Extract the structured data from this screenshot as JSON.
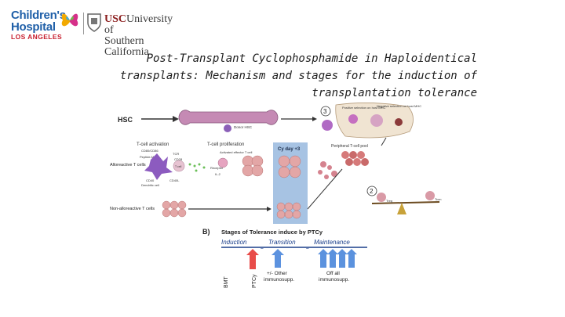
{
  "header": {
    "chla_line1": "Children's",
    "chla_line2": "Hospital",
    "chla_line3": "LOS ANGELES",
    "usc_prefix": "USC",
    "usc_line1_rest": "University of",
    "usc_line2": "Southern California"
  },
  "title": {
    "line1": "Post-Transplant Cyclophosphamide in Haploidentical",
    "line2": "transplants: Mechanism and stages for the induction of",
    "line3": "transplantation tolerance"
  },
  "figure_a": {
    "hsc": "HSC",
    "donor_hsc": "Donor HSC",
    "tcell_activation": "T-cell activation",
    "tcell_proliferation": "T-cell proliferation",
    "cy_day": "Cy day +3",
    "peptide_mhc": "Peptide-MHC",
    "cd80": "CD80/CD86",
    "tcr": "TCR",
    "cd28": "CD28",
    "tcell": "T cell",
    "cd40": "CD40",
    "cd40l": "CD40L",
    "dendritic": "Dendritic cell",
    "activated": "Activated effector T cell",
    "receptor": "Receptor",
    "il2": "IL-2",
    "alloreactive": "Alloreactive T cells",
    "nonalloreactive": "Non-alloreactive T cells",
    "peripheral_pool": "Peripheral T-cell pool",
    "positive_sel": "Positive selection on host MHC",
    "negative_sel": "Negative selection on host MHC",
    "num3": "3",
    "num2": "2",
    "treg": "Treg",
    "tcon": "Tcon"
  },
  "figure_b": {
    "letter": "B)",
    "heading": "Stages of Tolerance induce by PTCy",
    "stages": [
      "Induction",
      "Transition",
      "Maintenance"
    ],
    "bmt": "BMT",
    "ptcy": "PTCy",
    "transition_note_1": "+/- Other",
    "transition_note_2": "immunosupp.",
    "maintenance_note_1": "Off all",
    "maintenance_note_2": "immunosupp."
  },
  "colors": {
    "chla_blue": "#1f5fa8",
    "chla_red": "#c8202f",
    "usc_cardinal": "#8a1c1c",
    "cy_box": "#a7c3e3",
    "stage_blue": "#1a3e8a",
    "arrow_red": "#e53935",
    "arrow_blue": "#3f7fd9"
  }
}
